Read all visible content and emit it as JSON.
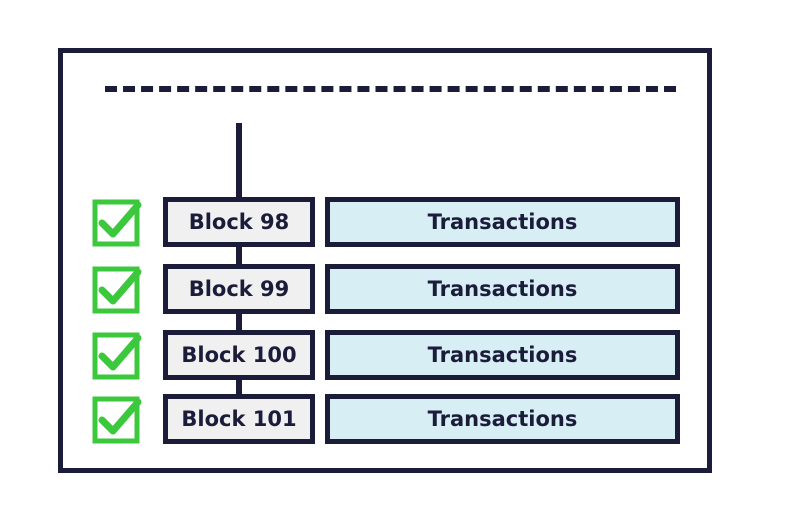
{
  "colors": {
    "outline": "#1b1b3a",
    "check_green": "#3cc83c",
    "block_fill": "#f0f0f0",
    "transactions_fill": "#d7eef5"
  },
  "rows": [
    {
      "block_label": "Block 98",
      "transactions_label": "Transactions",
      "check_icon": "check-box-icon"
    },
    {
      "block_label": "Block 99",
      "transactions_label": "Transactions",
      "check_icon": "check-box-icon"
    },
    {
      "block_label": "Block 100",
      "transactions_label": "Transactions",
      "check_icon": "check-box-icon"
    },
    {
      "block_label": "Block 101",
      "transactions_label": "Transactions",
      "check_icon": "check-box-icon"
    }
  ]
}
